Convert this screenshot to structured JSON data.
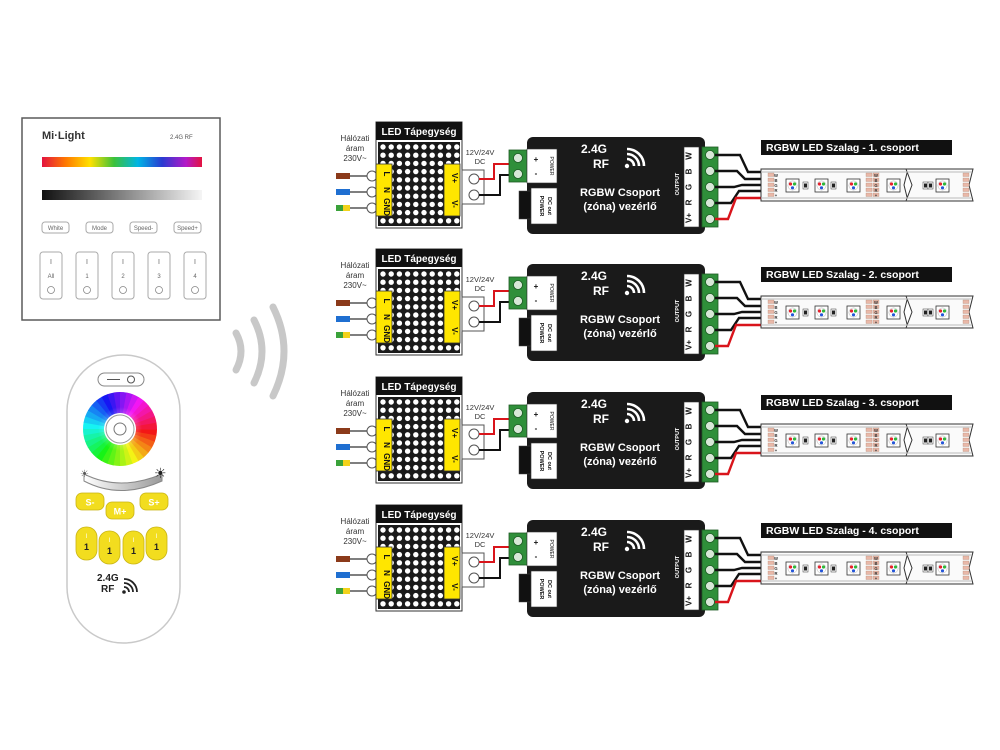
{
  "wall_panel": {
    "brand": "Mi·Light",
    "rf_badge": "2.4G RF",
    "buttons": [
      "White",
      "Mode",
      "Speed-",
      "Speed+"
    ],
    "zones": [
      "All",
      "1",
      "2",
      "3",
      "4"
    ],
    "zone_switch_mark": "I"
  },
  "remote": {
    "brightness_low": "☀",
    "brightness_high": "☀",
    "keys": [
      "S-",
      "M+",
      "S+"
    ],
    "zone_key_mark": "I",
    "zone_labels": [
      "1",
      "1",
      "1",
      "1"
    ],
    "rf_line1": "2.4G",
    "rf_line2": "RF"
  },
  "groups": [
    {
      "strip_label": "RGBW LED Szalag - 1. csoport",
      "show_mains_label": true
    },
    {
      "strip_label": "RGBW LED Szalag - 2. csoport",
      "show_mains_label": true
    },
    {
      "strip_label": "RGBW LED Szalag - 3. csoport",
      "show_mains_label": true
    },
    {
      "strip_label": "RGBW LED Szalag - 4. csoport",
      "show_mains_label": true
    }
  ],
  "psu": {
    "title": "LED Tápegység",
    "mains_label": [
      "Hálózati",
      "áram",
      "230V~"
    ],
    "terminals": [
      "L",
      "N",
      "GND"
    ],
    "outputs": [
      "V+",
      "V-"
    ],
    "dc_label": [
      "12V/24V",
      "DC"
    ]
  },
  "controller": {
    "rf_line1": "2.4G",
    "rf_line2": "RF",
    "name_line1": "RGBW Csoport",
    "name_line2": "(zóna) vezérlő",
    "power_label": "POWER",
    "power_pins": [
      "+",
      "-"
    ],
    "power_dc": [
      "POWER",
      "DC out"
    ],
    "output_label": "OUTPUT",
    "output_pins": [
      "W",
      "B",
      "G",
      "R",
      "V+"
    ]
  },
  "strip": {
    "pad_letters": [
      "W",
      "B",
      "G",
      "R",
      "+"
    ]
  },
  "colors": {
    "module_black": "#1a1a1a",
    "psu_yellow": "#ffe600",
    "terminal_green": "#2f8f3a",
    "wire_red": "#d9141b",
    "wire_brown": "#8b3a1a",
    "wire_blue": "#1f6fd1",
    "wire_green": "#3aa23a",
    "wire_yellow": "#f2d21b",
    "signal_grey": "#c8c8c8",
    "strip_pink": "#e9b8a8",
    "remote_key_yellow": "#f2dd1f"
  }
}
